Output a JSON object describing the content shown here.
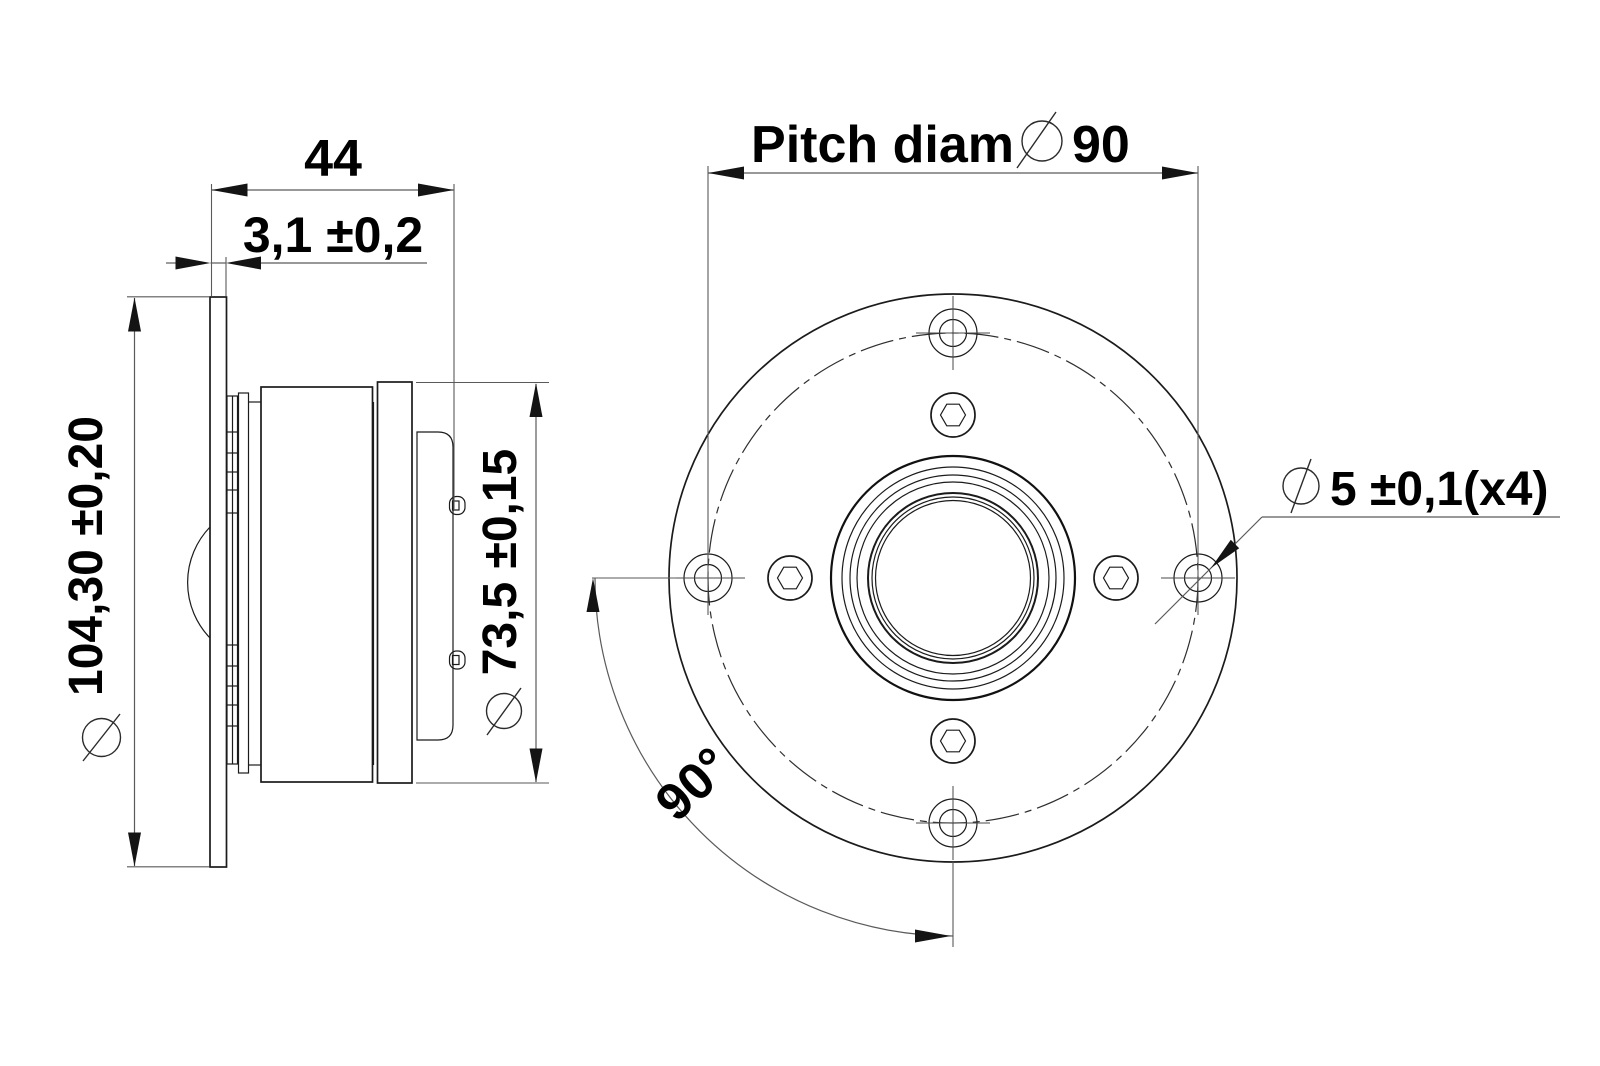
{
  "drawing": {
    "type": "technical-dimension-drawing",
    "views": {
      "side_view": "speaker driver side profile",
      "front_view": "speaker driver front face"
    },
    "dimensions": {
      "depth": "44",
      "flange_thickness": "3,1 ±0,2",
      "flange_diameter": "104,30 ±0,20",
      "body_diameter": "73,5 ±0,15",
      "pitch_label": "Pitch diam",
      "pitch_value": "90",
      "hole_spec": "5 ±0,1(x4)",
      "angle": "90°"
    },
    "colors": {
      "background": "#ffffff",
      "outline": "#1b1b1b",
      "dimension_line": "#5a5a5a",
      "text": "#000000"
    }
  }
}
